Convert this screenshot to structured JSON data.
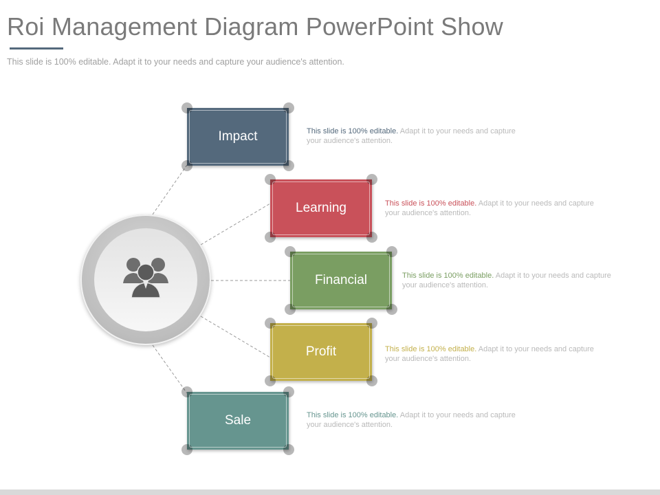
{
  "slide": {
    "title": "Roi Management Diagram PowerPoint Show",
    "subtitle": "This slide is 100% editable. Adapt it to your needs and capture your audience's attention."
  },
  "hub": {
    "icon": "people-group-icon"
  },
  "items": [
    {
      "label": "Impact",
      "color": "#54697c",
      "desc_lead": "This slide is 100% editable.",
      "desc_rest": " Adapt it to your needs and capture your audience's attention."
    },
    {
      "label": "Learning",
      "color": "#c9515a",
      "desc_lead": "This slide is 100% editable.",
      "desc_rest": " Adapt it to your needs and capture your audience's attention."
    },
    {
      "label": "Financial",
      "color": "#7a9e62",
      "desc_lead": "This slide is 100% editable.",
      "desc_rest": " Adapt it to your needs and capture your audience's attention."
    },
    {
      "label": "Profit",
      "color": "#c3b04b",
      "desc_lead": "This slide is 100% editable.",
      "desc_rest": " Adapt it to your needs and capture your audience's attention."
    },
    {
      "label": "Sale",
      "color": "#66958f",
      "desc_lead": "This slide is 100% editable.",
      "desc_rest": " Adapt it to your needs and capture your audience's attention."
    }
  ]
}
